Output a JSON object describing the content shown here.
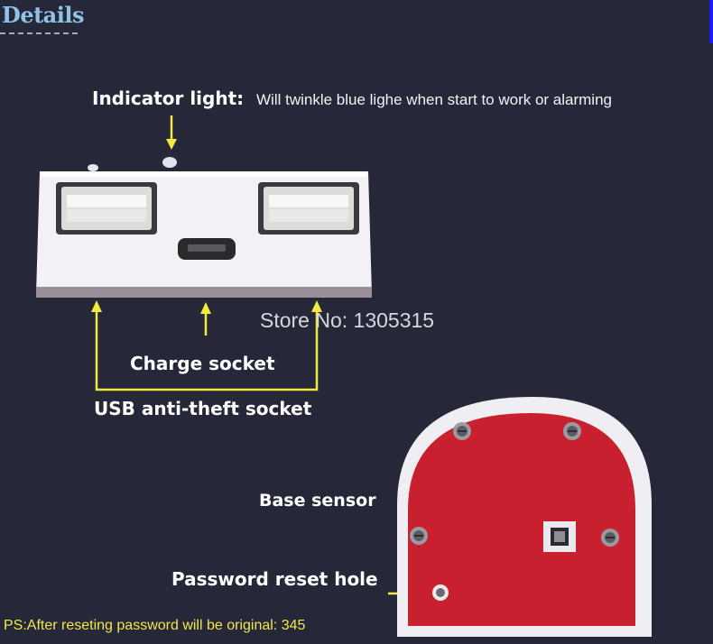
{
  "header": {
    "title": "Details"
  },
  "callouts": {
    "indicator_title": "Indicator light:",
    "indicator_desc": "Will twinkle blue lighe when start to work or alarming",
    "charge_socket": "Charge socket",
    "usb_socket": "USB anti-theft socket",
    "base_sensor": "Base sensor",
    "password_reset": "Password reset hole"
  },
  "watermark": "Store No: 1305315",
  "footnote": "PS:After reseting password will be original: 345",
  "colors": {
    "background": "#262738",
    "arrow": "#f2ea3c",
    "footnote": "#f0e84a",
    "device_white": "#f1f1f6",
    "base_red": "#c8202e"
  }
}
